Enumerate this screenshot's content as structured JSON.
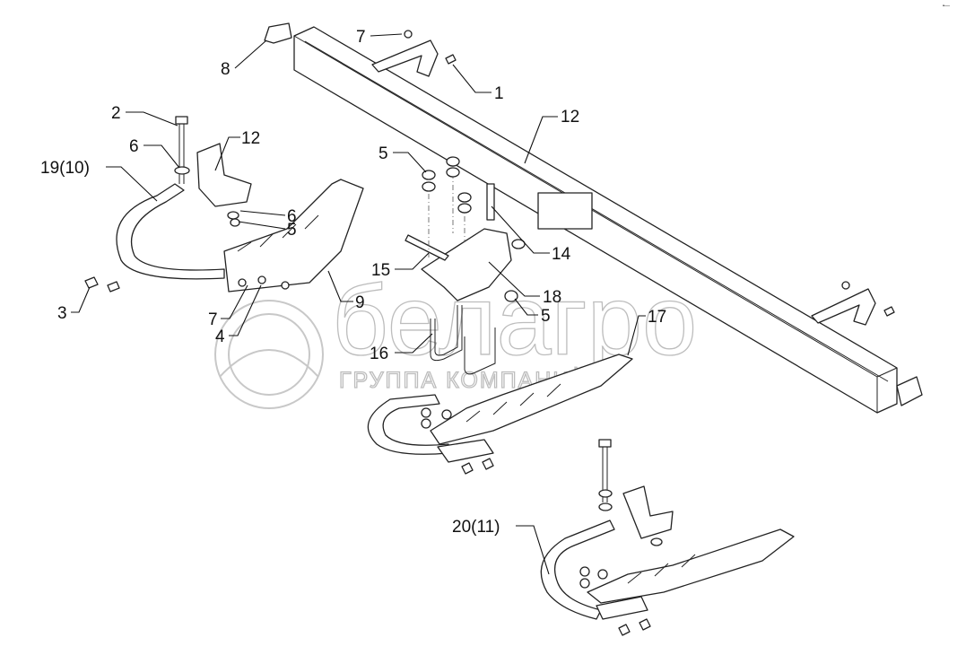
{
  "watermark": {
    "brand": "белагро",
    "subtitle": "ГРУППА КОМПАНИЙ"
  },
  "corner_mark": "▪— ",
  "callouts": [
    {
      "id": "c7a",
      "label": "7"
    },
    {
      "id": "c8",
      "label": "8"
    },
    {
      "id": "c1",
      "label": "1"
    },
    {
      "id": "c12a",
      "label": "12"
    },
    {
      "id": "c2",
      "label": "2"
    },
    {
      "id": "c6a",
      "label": "6"
    },
    {
      "id": "c12b",
      "label": "12"
    },
    {
      "id": "c19",
      "label": "19(10)"
    },
    {
      "id": "c5a",
      "label": "5"
    },
    {
      "id": "c6b",
      "label": "6"
    },
    {
      "id": "c5b",
      "label": "5"
    },
    {
      "id": "c14",
      "label": "14"
    },
    {
      "id": "c15",
      "label": "15"
    },
    {
      "id": "c9",
      "label": "9"
    },
    {
      "id": "c18",
      "label": "18"
    },
    {
      "id": "c5c",
      "label": "5"
    },
    {
      "id": "c3",
      "label": "3"
    },
    {
      "id": "c7b",
      "label": "7"
    },
    {
      "id": "c4",
      "label": "4"
    },
    {
      "id": "c16",
      "label": "16"
    },
    {
      "id": "c17",
      "label": "17"
    },
    {
      "id": "c20",
      "label": "20(11)"
    }
  ]
}
